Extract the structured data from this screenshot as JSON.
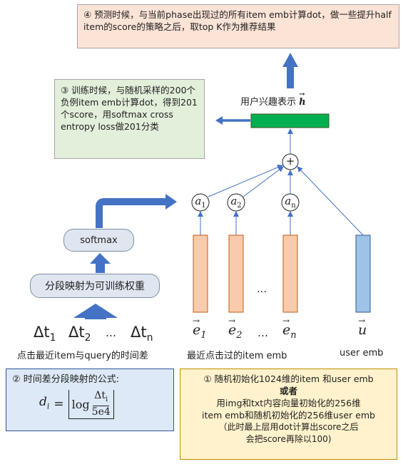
{
  "box4": {
    "text": "④ 预测时候，与当前phase出现过的所有item emb计算dot，做一些提升half item的score的策略之后，取top K作为推荐结果"
  },
  "box3": {
    "text": "③ 训练时候，与随机采样的200个负例item emb计算dot，得到201个score，用softmax cross entropy loss做201分类"
  },
  "box2": {
    "title": "② 时间差分段映射的公式:",
    "formula_lhs": "d",
    "formula_lhs_sub": "i",
    "formula_eq": "=",
    "formula_log": "log",
    "formula_num": "Δt",
    "formula_num_sub": "i",
    "formula_den": "5e4"
  },
  "box1": {
    "line1": "① 随机初始化1024维的item 和user emb",
    "line2": "或者",
    "line3": "用img和txt内容向量初始化的256维",
    "line4": "item emb和随机初始化的256维user emb",
    "line5": "（此时最上层用dot计算出score之后",
    "line6": "会把score再除以100)"
  },
  "user_interest": {
    "label": "用户兴趣表示",
    "symbol": "h"
  },
  "plus": "+",
  "attention": {
    "base": "a",
    "subs": [
      "1",
      "2",
      "n"
    ]
  },
  "softmax_label": "softmax",
  "segmap_label": "分段映射为可训练权重",
  "time_deltas": {
    "base": "Δt",
    "subs": [
      "1",
      "2",
      "n"
    ],
    "ellipsis": "…",
    "caption": "点击最近item与query的时间差"
  },
  "item_embs": {
    "base": "e",
    "subs": [
      "1",
      "2",
      "n"
    ],
    "ellipsis": "…",
    "middle_ellipsis": "…",
    "caption": "最近点击过的item emb"
  },
  "user_emb": {
    "symbol": "u",
    "caption": "user emb"
  },
  "colors": {
    "item_emb_fill": "#f8cbad",
    "item_emb_stroke": "#c55a11",
    "user_emb_fill": "#9dc3e6",
    "user_emb_stroke": "#2f5597",
    "interest_fill": "#00b050",
    "arrow": "#4472c4"
  }
}
